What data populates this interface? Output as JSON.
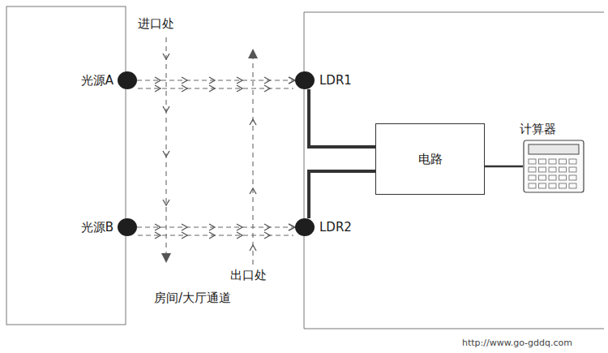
{
  "diagram": {
    "nodes": [
      {
        "text": [
          "光源A"
        ]
      },
      {
        "text": [
          "光源B"
        ]
      },
      {
        "text": [
          "LDR1"
        ]
      },
      {
        "text": [
          "LDR2"
        ]
      },
      {
        "text": [
          "电路"
        ]
      },
      {
        "text": [
          "计算器"
        ]
      }
    ],
    "edges": [
      {
        "from": 0,
        "to": 2,
        "arrow": "to"
      },
      {
        "from": 1,
        "to": 3,
        "arrow": "to"
      },
      {
        "from": 2,
        "to": 4,
        "arrow": "none"
      },
      {
        "from": 3,
        "to": 4,
        "arrow": "none"
      },
      {
        "from": 4,
        "to": 5,
        "arrow": "none"
      }
    ],
    "labels": [
      "进口处",
      "出口处",
      "房间/大厅通道",
      "http://www.go-gddq.com"
    ]
  }
}
